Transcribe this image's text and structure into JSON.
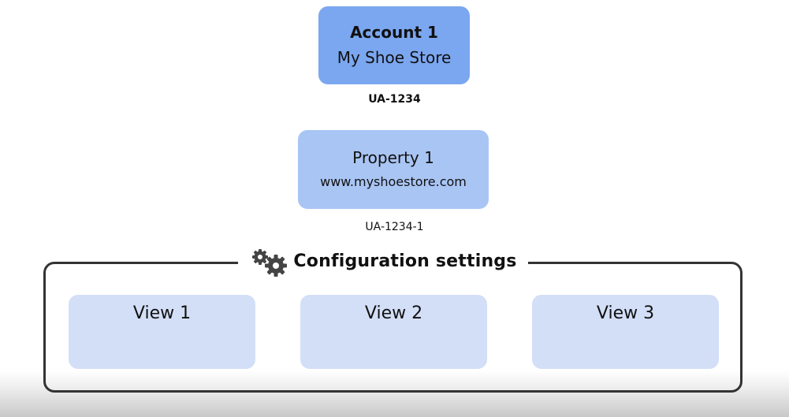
{
  "account": {
    "title": "Account 1",
    "name": "My Shoe Store",
    "id": "UA-1234"
  },
  "property": {
    "title": "Property 1",
    "url": "www.myshoestore.com",
    "id": "UA-1234-1"
  },
  "configuration": {
    "label": "Configuration settings",
    "icon": "gears-icon"
  },
  "views": [
    {
      "label": "View 1"
    },
    {
      "label": "View 2"
    },
    {
      "label": "View 3"
    }
  ],
  "colors": {
    "account_fill": "#7ba7f0",
    "property_fill": "#a9c5f4",
    "view_fill": "#d3dff7",
    "frame_stroke": "#333333"
  }
}
